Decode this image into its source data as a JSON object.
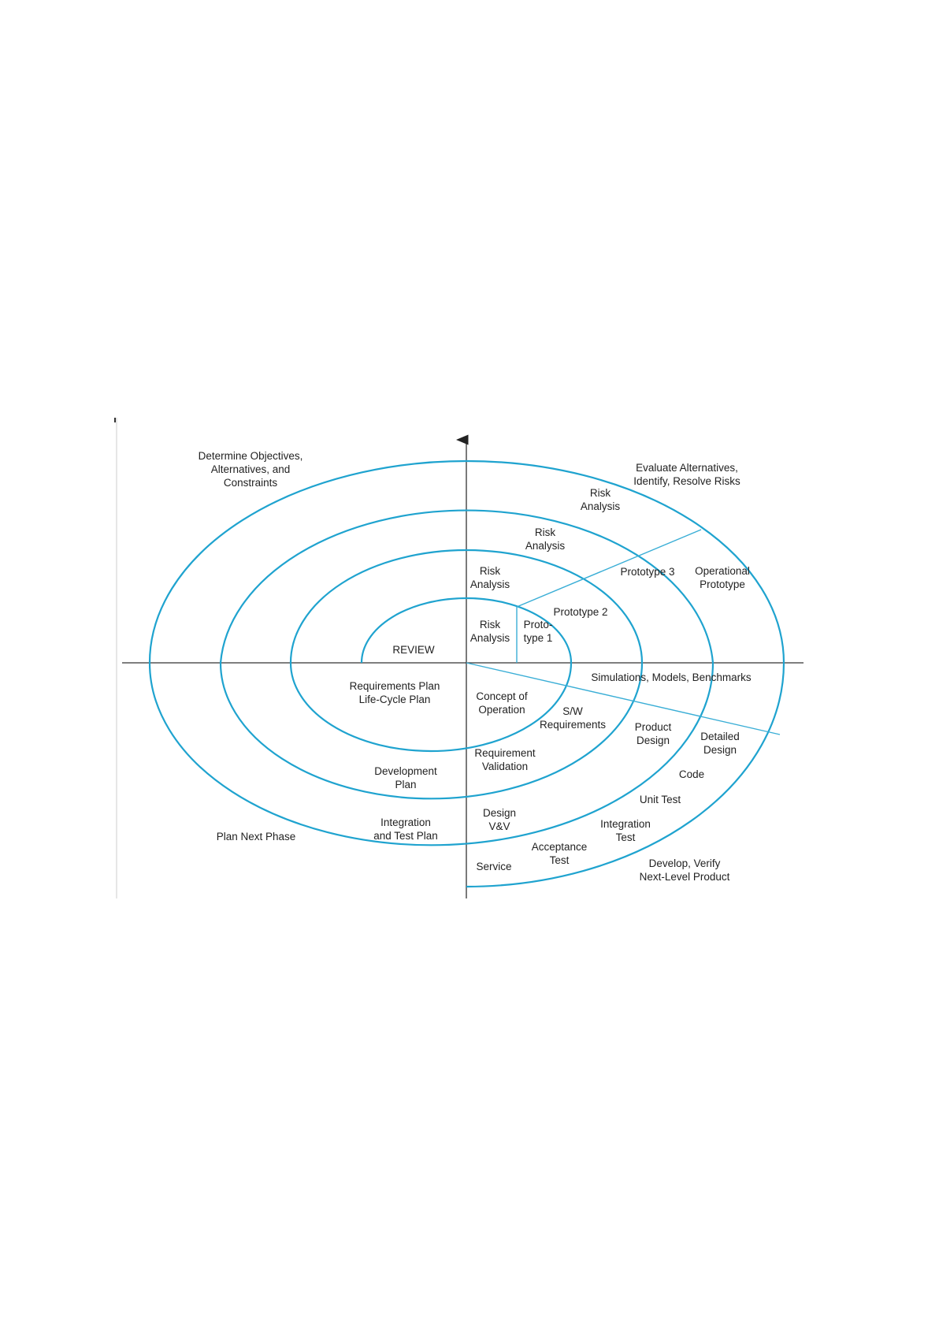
{
  "quadrants": {
    "top_left": [
      "Determine Objectives,",
      "Alternatives, and",
      "Constraints"
    ],
    "top_right": [
      "Evaluate Alternatives,",
      "Identify, Resolve Risks"
    ],
    "bottom_left": [
      "Plan Next Phase"
    ],
    "bottom_right": [
      "Develop, Verify",
      "Next-Level Product"
    ]
  },
  "labels": {
    "risk4": [
      "Risk",
      "Analysis"
    ],
    "risk3": [
      "Risk",
      "Analysis"
    ],
    "risk2": [
      "Risk",
      "Analysis"
    ],
    "risk1": [
      "Risk",
      "Analysis"
    ],
    "proto1": [
      "Proto-",
      "type 1"
    ],
    "proto2": [
      "Prototype 2"
    ],
    "proto3": [
      "Prototype 3"
    ],
    "op_proto": [
      "Operational",
      "Prototype"
    ],
    "review": [
      "REVIEW"
    ],
    "sim": [
      "Simulations, Models, Benchmarks"
    ],
    "req_plan": [
      "Requirements Plan",
      "Life-Cycle Plan"
    ],
    "concept": [
      "Concept of",
      "Operation"
    ],
    "sw_req": [
      "S/W",
      "Requirements"
    ],
    "prod_design": [
      "Product",
      "Design"
    ],
    "det_design": [
      "Detailed",
      "Design"
    ],
    "code": [
      "Code"
    ],
    "unit_test": [
      "Unit Test"
    ],
    "int_test": [
      "Integration",
      "Test"
    ],
    "accept": [
      "Acceptance",
      "Test"
    ],
    "service": [
      "Service"
    ],
    "dev_plan": [
      "Development",
      "Plan"
    ],
    "req_val": [
      "Requirement",
      "Validation"
    ],
    "int_plan": [
      "Integration",
      "and Test Plan"
    ],
    "design_vv": [
      "Design",
      "V&V"
    ]
  },
  "colors": {
    "spiral": "#1fa3cf",
    "axis": "#333333"
  }
}
